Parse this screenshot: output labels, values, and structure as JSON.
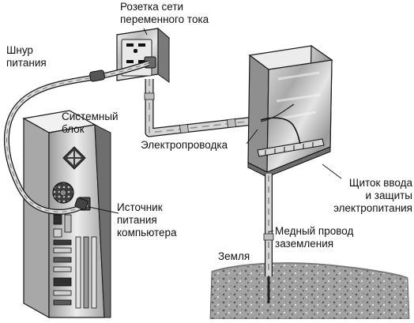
{
  "labels": {
    "outlet": {
      "line1": "Розетка сети",
      "line2": "переменного тока"
    },
    "cord": {
      "line1": "Шнур",
      "line2": "питания"
    },
    "system": {
      "line1": "Системный",
      "line2": "блок"
    },
    "wiring": {
      "line1": "Электропроводка"
    },
    "panel": {
      "line1": "Щиток ввода",
      "line2": "и защиты",
      "line3": "электропитания"
    },
    "psu": {
      "line1": "Источник",
      "line2": "питания",
      "line3": "компьютера"
    },
    "copper": {
      "line1": "Медный провод",
      "line2": "заземления"
    },
    "ground": {
      "line1": "Земля"
    }
  },
  "colors": {
    "metal_light": "#e6e6e6",
    "metal_mid": "#b3b3b3",
    "metal_dark": "#6f6f6f",
    "outline": "#1a1a1a",
    "soil": "#9a9a9a"
  }
}
